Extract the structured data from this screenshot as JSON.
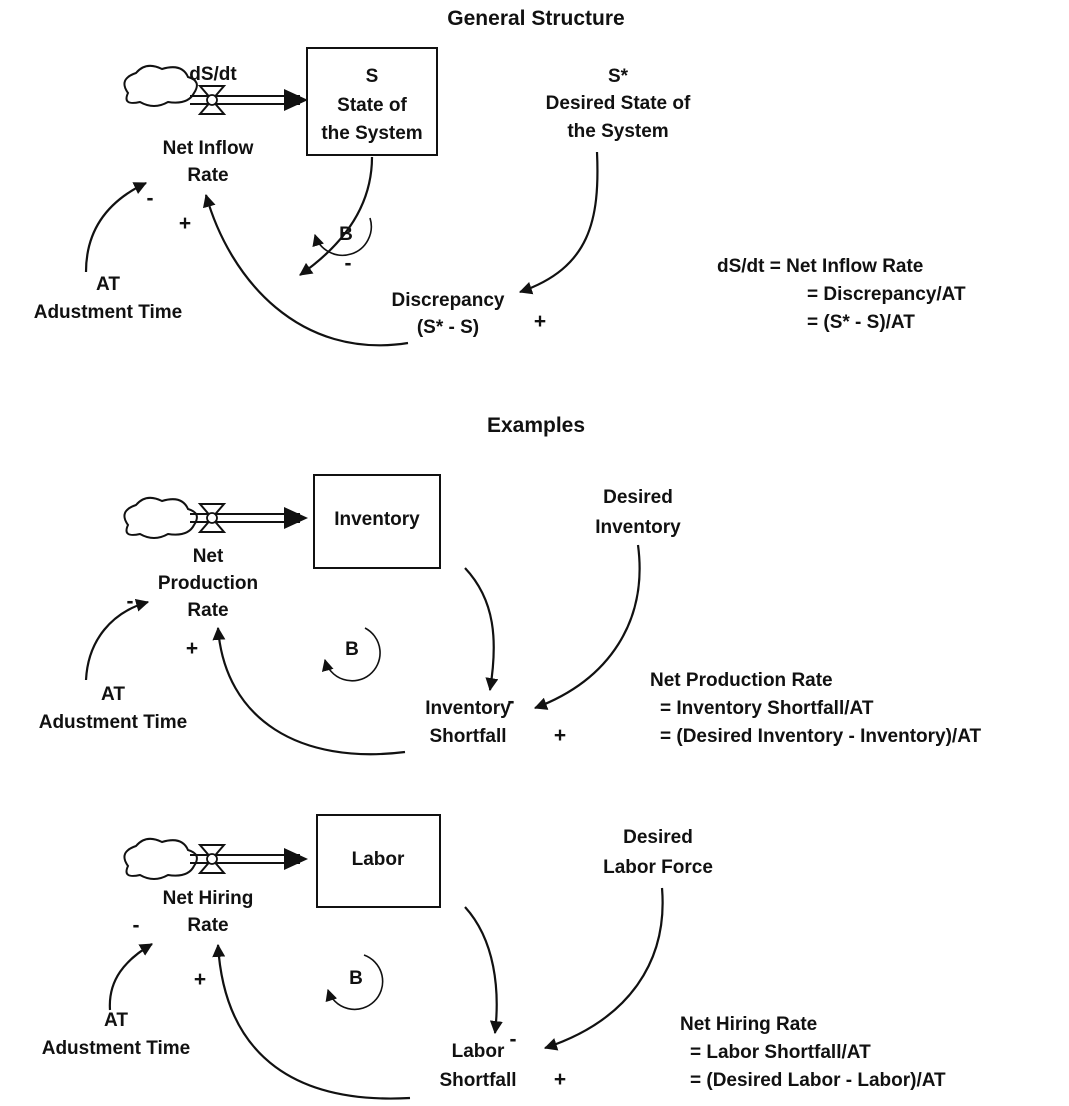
{
  "titles": {
    "general": "General Structure",
    "examples": "Examples"
  },
  "general": {
    "flow_symbol": "dS/dt",
    "stock_symbol": "S",
    "stock_line1": "State of",
    "stock_line2": "the System",
    "desired_symbol": "S*",
    "desired_line1": "Desired State of",
    "desired_line2": "the System",
    "flow_line1": "Net Inflow",
    "flow_line2": "Rate",
    "at_symbol": "AT",
    "at_label": "Adustment Time",
    "discrepancy_line1": "Discrepancy",
    "discrepancy_line2": "(S* - S)",
    "loop": "B",
    "plus": "+",
    "minus": "-",
    "eq_line1": "dS/dt = Net Inflow Rate",
    "eq_line2": "= Discrepancy/AT",
    "eq_line3": "= (S* - S)/AT"
  },
  "inventory": {
    "stock": "Inventory",
    "desired_line1": "Desired",
    "desired_line2": "Inventory",
    "flow_line1": "Net",
    "flow_line2": "Production",
    "flow_line3": "Rate",
    "at_symbol": "AT",
    "at_label": "Adustment Time",
    "gap_line1": "Inventory",
    "gap_line2": "Shortfall",
    "loop": "B",
    "plus": "+",
    "minus": "-",
    "eq_line1": "Net Production Rate",
    "eq_line2": "= Inventory Shortfall/AT",
    "eq_line3": "= (Desired Inventory - Inventory)/AT"
  },
  "labor": {
    "stock": "Labor",
    "desired_line1": "Desired",
    "desired_line2": "Labor Force",
    "flow_line1": "Net Hiring",
    "flow_line2": "Rate",
    "at_symbol": "AT",
    "at_label": "Adustment Time",
    "gap_line1": "Labor",
    "gap_line2": "Shortfall",
    "loop": "B",
    "plus": "+",
    "minus": "-",
    "eq_line1": "Net Hiring Rate",
    "eq_line2": "= Labor Shortfall/AT",
    "eq_line3": "= (Desired Labor - Labor)/AT"
  }
}
